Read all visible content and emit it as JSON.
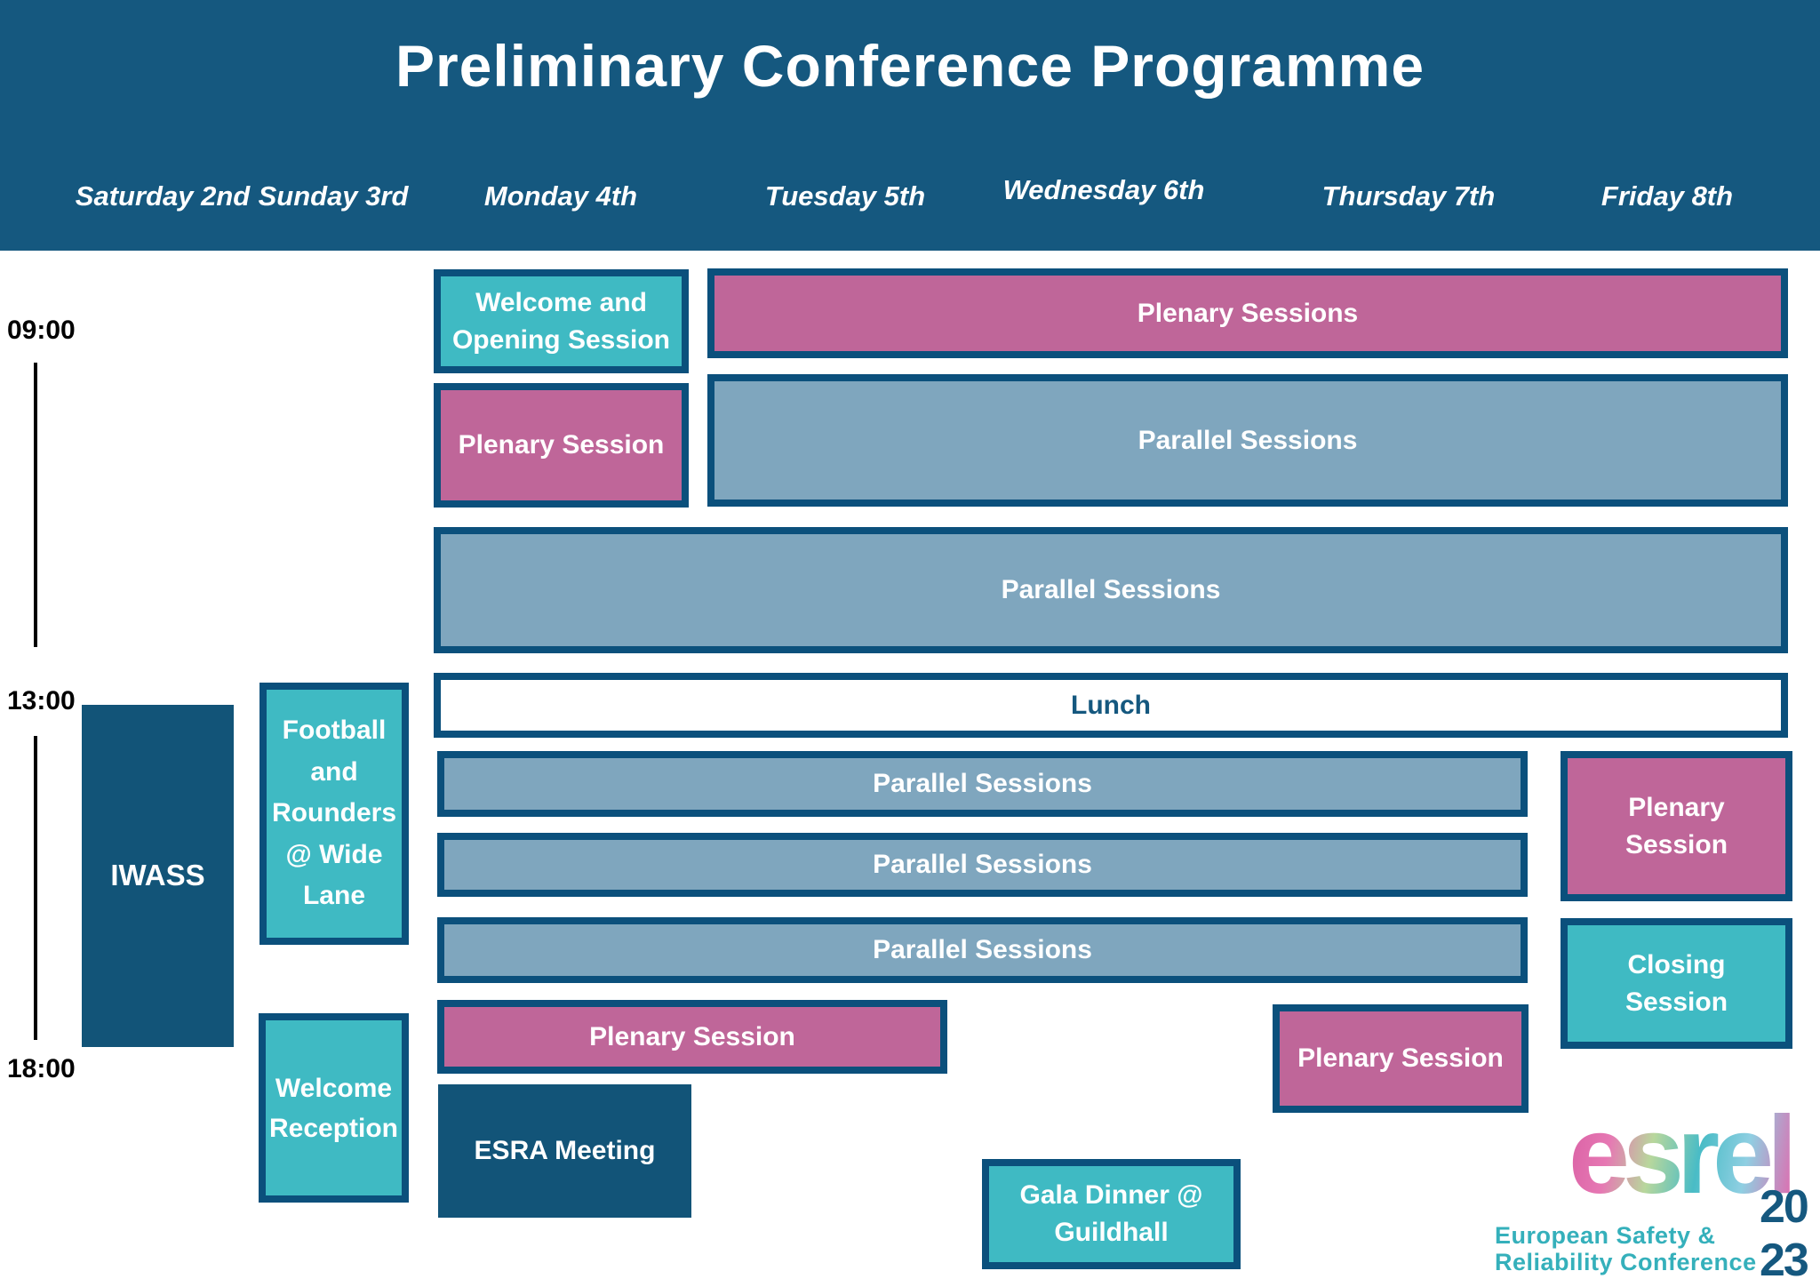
{
  "palette": {
    "header": "#15587F",
    "border": "#0B507C",
    "teal": "#3FBAC3",
    "pink": "#BF6699",
    "steel": "#7FA6BE",
    "dark": "#125478",
    "logo-teal": "#35B0BB"
  },
  "header": {
    "title": "Preliminary Conference Programme"
  },
  "days": [
    {
      "label": "Saturday 2nd"
    },
    {
      "label": "Sunday 3rd"
    },
    {
      "label": "Monday 4th"
    },
    {
      "label": "Tuesday 5th"
    },
    {
      "label": "Wednesday 6th"
    },
    {
      "label": "Thursday 7th"
    },
    {
      "label": "Friday 8th"
    }
  ],
  "time_axis": {
    "labels": [
      "09:00",
      "13:00",
      "18:00"
    ]
  },
  "events": {
    "iwass": {
      "label": "IWASS"
    },
    "football": {
      "label": "Football and Rounders @ Wide Lane"
    },
    "welcome_reception": {
      "label": "Welcome Reception"
    },
    "welcome_opening": {
      "label": "Welcome and Opening Session"
    },
    "monday_plenary": {
      "label": "Plenary Session"
    },
    "plenary_sessions": {
      "label": "Plenary Sessions"
    },
    "parallel_tue_fri": {
      "label": "Parallel Sessions"
    },
    "parallel_all_week": {
      "label": "Parallel Sessions"
    },
    "lunch": {
      "label": "Lunch"
    },
    "parallel_afternoon_1": {
      "label": "Parallel Sessions"
    },
    "parallel_afternoon_2": {
      "label": "Parallel Sessions"
    },
    "parallel_afternoon_3": {
      "label": "Parallel Sessions"
    },
    "monday_evening_plenary": {
      "label": "Plenary Session"
    },
    "esra_meeting": {
      "label": "ESRA Meeting"
    },
    "thursday_plenary": {
      "label": "Plenary Session"
    },
    "gala_dinner": {
      "label": "Gala Dinner @ Guildhall"
    },
    "friday_plenary": {
      "label": "Plenary Session"
    },
    "closing_session": {
      "label": "Closing Session"
    }
  },
  "logo": {
    "wordmark": "esrel",
    "year_top": "20",
    "year_bottom": "23",
    "line1": "European Safety &",
    "line2": "Reliability Conference"
  }
}
